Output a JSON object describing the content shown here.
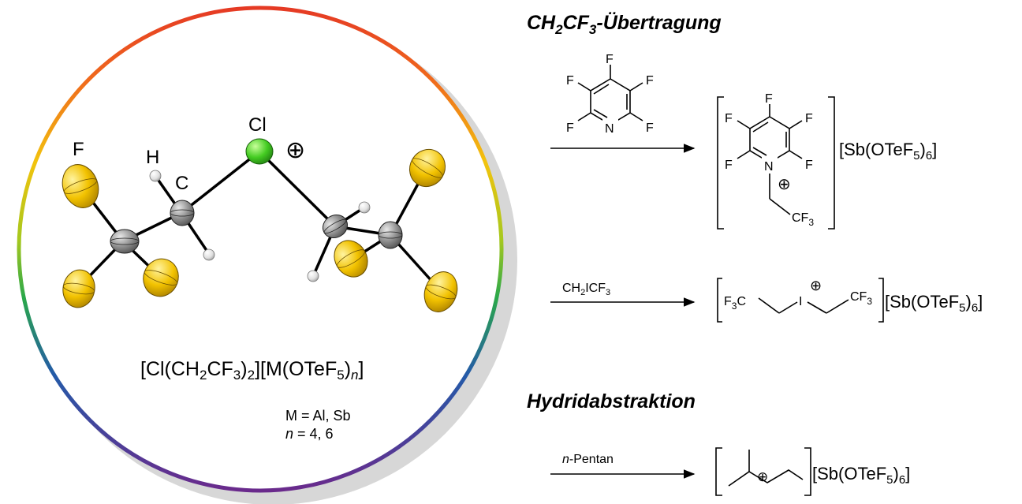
{
  "left_panel": {
    "atom_labels": {
      "chlorine": "Cl",
      "fluorine": "F",
      "hydrogen": "H",
      "carbon": "C"
    },
    "charge_symbol": "⊕",
    "formula": {
      "p1": "[Cl(CH",
      "s1": "2",
      "p2": "CF",
      "s2": "3",
      "p3": ")",
      "s3": "2",
      "p4": "][M(OTeF",
      "s4": "5",
      "p5": ")",
      "s5": "n",
      "p6": "]"
    },
    "metal_note": "M = Al, Sb",
    "n_note": {
      "var": "n",
      "rest": " = 4, 6"
    }
  },
  "sections": {
    "transfer_title": {
      "a": "CH",
      "b": "2",
      "c": "CF",
      "d": "3",
      "e": "-Übertragung"
    },
    "hydride_title": "Hydridabstraktion"
  },
  "reactions": {
    "pyridine": {
      "reagent_atoms": {
        "f": "F",
        "n": "N"
      },
      "product_atoms": {
        "f": "F",
        "n": "N"
      },
      "product_group": {
        "cf": "CF",
        "sub": "3"
      },
      "charge": "⊕",
      "anion": {
        "a": "[Sb(OTeF",
        "b": "5",
        "c ": ")",
        "d": "6",
        "e": "]"
      }
    },
    "iodonium": {
      "reagent": {
        "a": "CH",
        "b": "2",
        "c": "ICF",
        "d": "3"
      },
      "left_group": {
        "a": "F",
        "b": "3",
        "c": "C"
      },
      "center": "I",
      "right_group": {
        "a": "CF",
        "b": "3"
      },
      "charge": "⊕",
      "anion": {
        "a": "[Sb(OTeF",
        "b": "5",
        "c": ")",
        "d": "6",
        "e": "]"
      }
    },
    "pentane": {
      "reagent": {
        "var": "n",
        "rest": "-Pentan"
      },
      "charge": "⊕",
      "anion": {
        "a": "[Sb(OTeF",
        "b": "5",
        "c": ")",
        "d": "6",
        "e": "]"
      }
    }
  },
  "colors": {
    "fluorine": "#f2c200",
    "chlorine": "#44cc22",
    "carbon": "#8e8e8e",
    "hydrogen": "#e6e6e6",
    "shadow": "#d7d7d7"
  }
}
